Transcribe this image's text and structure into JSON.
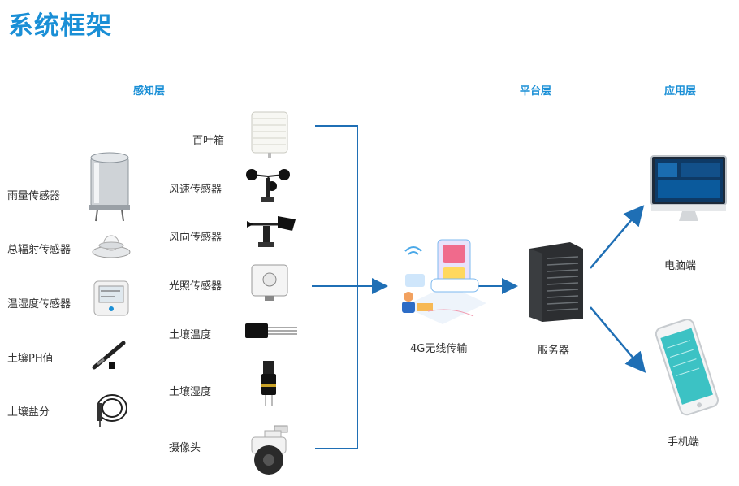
{
  "title": "系统框架",
  "layers": {
    "perception": "感知层",
    "platform": "平台层",
    "application": "应用层"
  },
  "left_devices": [
    "雨量传感器",
    "总辐射传感器",
    "温湿度传感器",
    "土壤PH值",
    "土壤盐分"
  ],
  "middle_devices": [
    "百叶箱",
    "风速传感器",
    "风向传感器",
    "光照传感器",
    "土壤温度",
    "土壤湿度",
    "摄像头"
  ],
  "transmission_label": "4G无线传输",
  "server_label": "服务器",
  "clients": [
    "电脑端",
    "手机端"
  ],
  "colors": {
    "accent": "#1a8fd6",
    "line": "#1f6fb5"
  }
}
